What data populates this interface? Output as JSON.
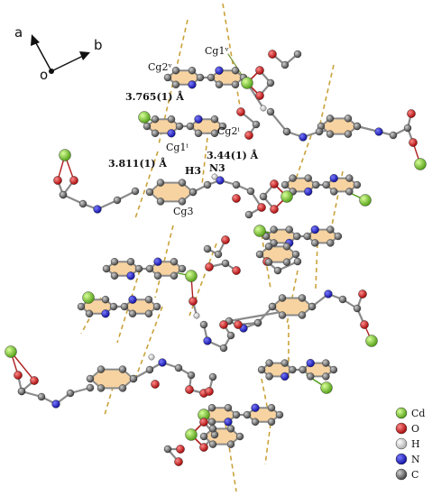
{
  "axes": {
    "a": "a",
    "b": "b",
    "origin": "o"
  },
  "labels": {
    "cg2v": "Cg2ᵛ",
    "cg1v": "Cg1ᵛ",
    "d1": "3.765(1) Å",
    "cg2i": "Cg2ⁱ",
    "cg1i": "Cg1ⁱ",
    "d2": "3.44(1) Å",
    "d3": "3.811(1) Å",
    "h3": "H3",
    "n3": "N3",
    "cg3": "Cg3"
  },
  "legend": [
    {
      "label": "Cd",
      "color": "#7ed321"
    },
    {
      "label": "O",
      "color": "#e02020"
    },
    {
      "label": "H",
      "color": "#e8e8e8"
    },
    {
      "label": "N",
      "color": "#1a1adf"
    },
    {
      "label": "C",
      "color": "#555555"
    }
  ],
  "colors": {
    "ring_fill": "#f7d3a1",
    "contact_line": "#c9a23a",
    "bond": "#8a8a8a"
  }
}
